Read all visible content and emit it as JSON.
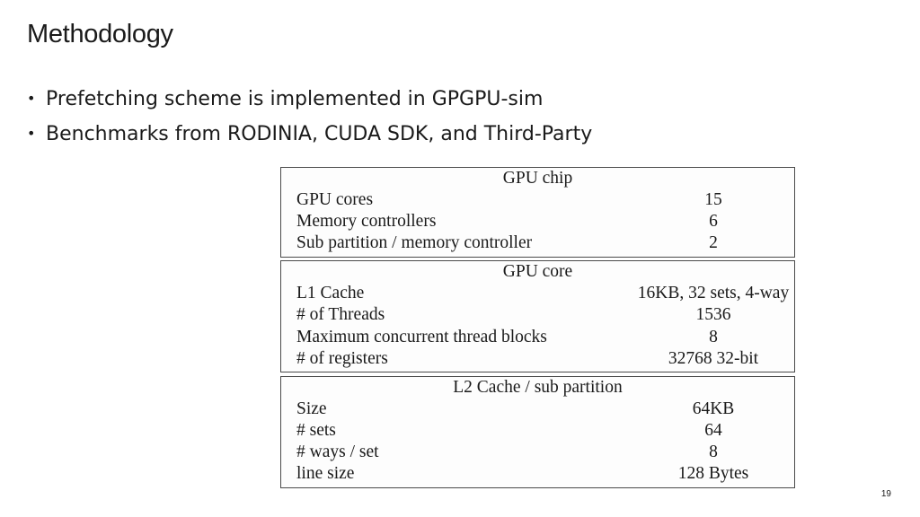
{
  "slide": {
    "title": "Methodology",
    "bullets": [
      "Prefetching scheme is implemented in GPGPU-sim",
      "Benchmarks from RODINIA, CUDA SDK, and Third-Party"
    ],
    "bullet_glyph": "•",
    "page_number": "19"
  },
  "config_table": {
    "sections": [
      {
        "heading": "GPU chip",
        "rows": [
          {
            "label": "GPU cores",
            "value": "15"
          },
          {
            "label": "Memory controllers",
            "value": "6"
          },
          {
            "label": "Sub partition / memory controller",
            "value": "2"
          }
        ]
      },
      {
        "heading": "GPU core",
        "rows": [
          {
            "label": "L1 Cache",
            "value": "16KB, 32 sets, 4-way"
          },
          {
            "label": "# of Threads",
            "value": "1536"
          },
          {
            "label": "Maximum concurrent thread blocks",
            "value": "8"
          },
          {
            "label": "# of registers",
            "value": "32768 32-bit"
          }
        ]
      },
      {
        "heading": "L2 Cache / sub partition",
        "rows": [
          {
            "label": "Size",
            "value": "64KB"
          },
          {
            "label": "# sets",
            "value": "64"
          },
          {
            "label": "# ways / set",
            "value": "8"
          },
          {
            "label": "line size",
            "value": "128 Bytes"
          }
        ]
      }
    ]
  }
}
